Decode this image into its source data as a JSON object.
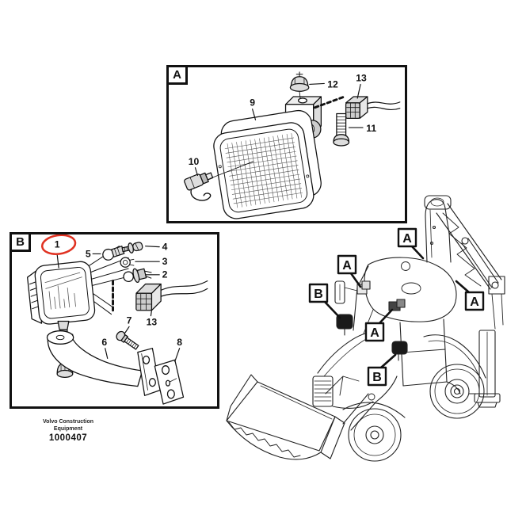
{
  "panels": {
    "a": {
      "label": "A",
      "parts": [
        "9",
        "10",
        "11",
        "12",
        "13"
      ]
    },
    "b": {
      "label": "B",
      "parts": [
        "1",
        "2",
        "3",
        "4",
        "5",
        "6",
        "7",
        "8",
        "13"
      ],
      "highlight_color": "#e03222"
    }
  },
  "machine": {
    "callouts": [
      {
        "label": "A"
      },
      {
        "label": "A"
      },
      {
        "label": "B"
      },
      {
        "label": "A"
      },
      {
        "label": "A"
      },
      {
        "label": "B"
      }
    ]
  },
  "footer": {
    "publisher_line1": "Volvo Construction",
    "publisher_line2": "Equipment",
    "figure_number": "1000407"
  }
}
